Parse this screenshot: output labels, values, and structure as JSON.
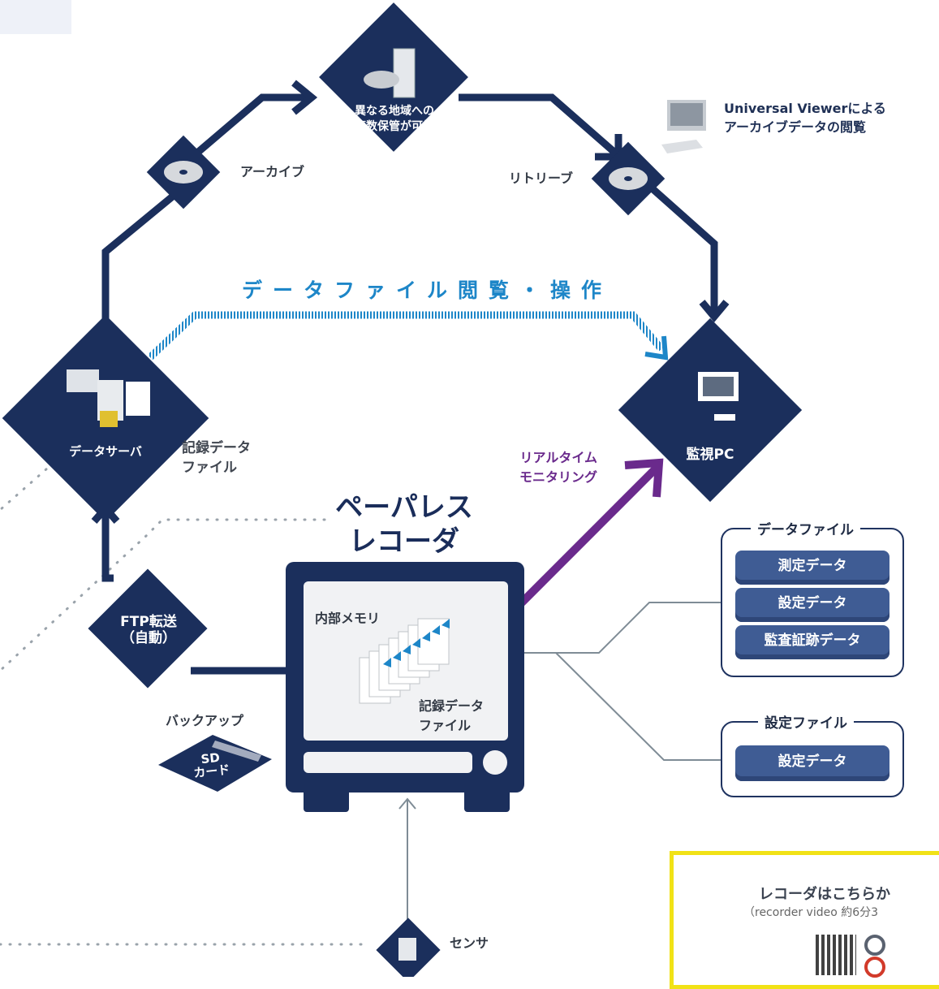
{
  "nodes": {
    "multi_storage": "異なる地域への\n複数保管が可能",
    "data_server": "データサーバ",
    "monitor_pc": "監視PC",
    "ftp": "FTP転送\n（自動）",
    "sensor_label": "センサ",
    "sd_card": "SD\nカード"
  },
  "labels": {
    "archive": "アーカイブ",
    "retrieve": "リトリーブ",
    "universal_viewer": "Universal Viewerによる\nアーカイブデータの閲覧",
    "datafile_browse": "データファイル閲覧・操作",
    "record_file_server": "記録データ\nファイル",
    "realtime": "リアルタイム\nモニタリング",
    "recorder_title": "ペーパレス\nレコーダ",
    "internal_memory": "内部メモリ",
    "record_file_recorder": "記録データ\nファイル",
    "backup": "バックアップ"
  },
  "data_file_group": {
    "title": "データファイル",
    "items": [
      "測定データ",
      "設定データ",
      "監査証跡データ"
    ]
  },
  "settings_file_group": {
    "title": "設定ファイル",
    "items": [
      "設定データ"
    ]
  },
  "video_box": {
    "title": "レコーダはこちらか",
    "subtitle": "（recorder video 約6分3"
  },
  "colors": {
    "navy": "#1b2f5c",
    "blue_dotted": "#1d86c8",
    "purple": "#6a2a8c",
    "gray_line": "#7f8c96",
    "yellow": "#f1e216"
  }
}
